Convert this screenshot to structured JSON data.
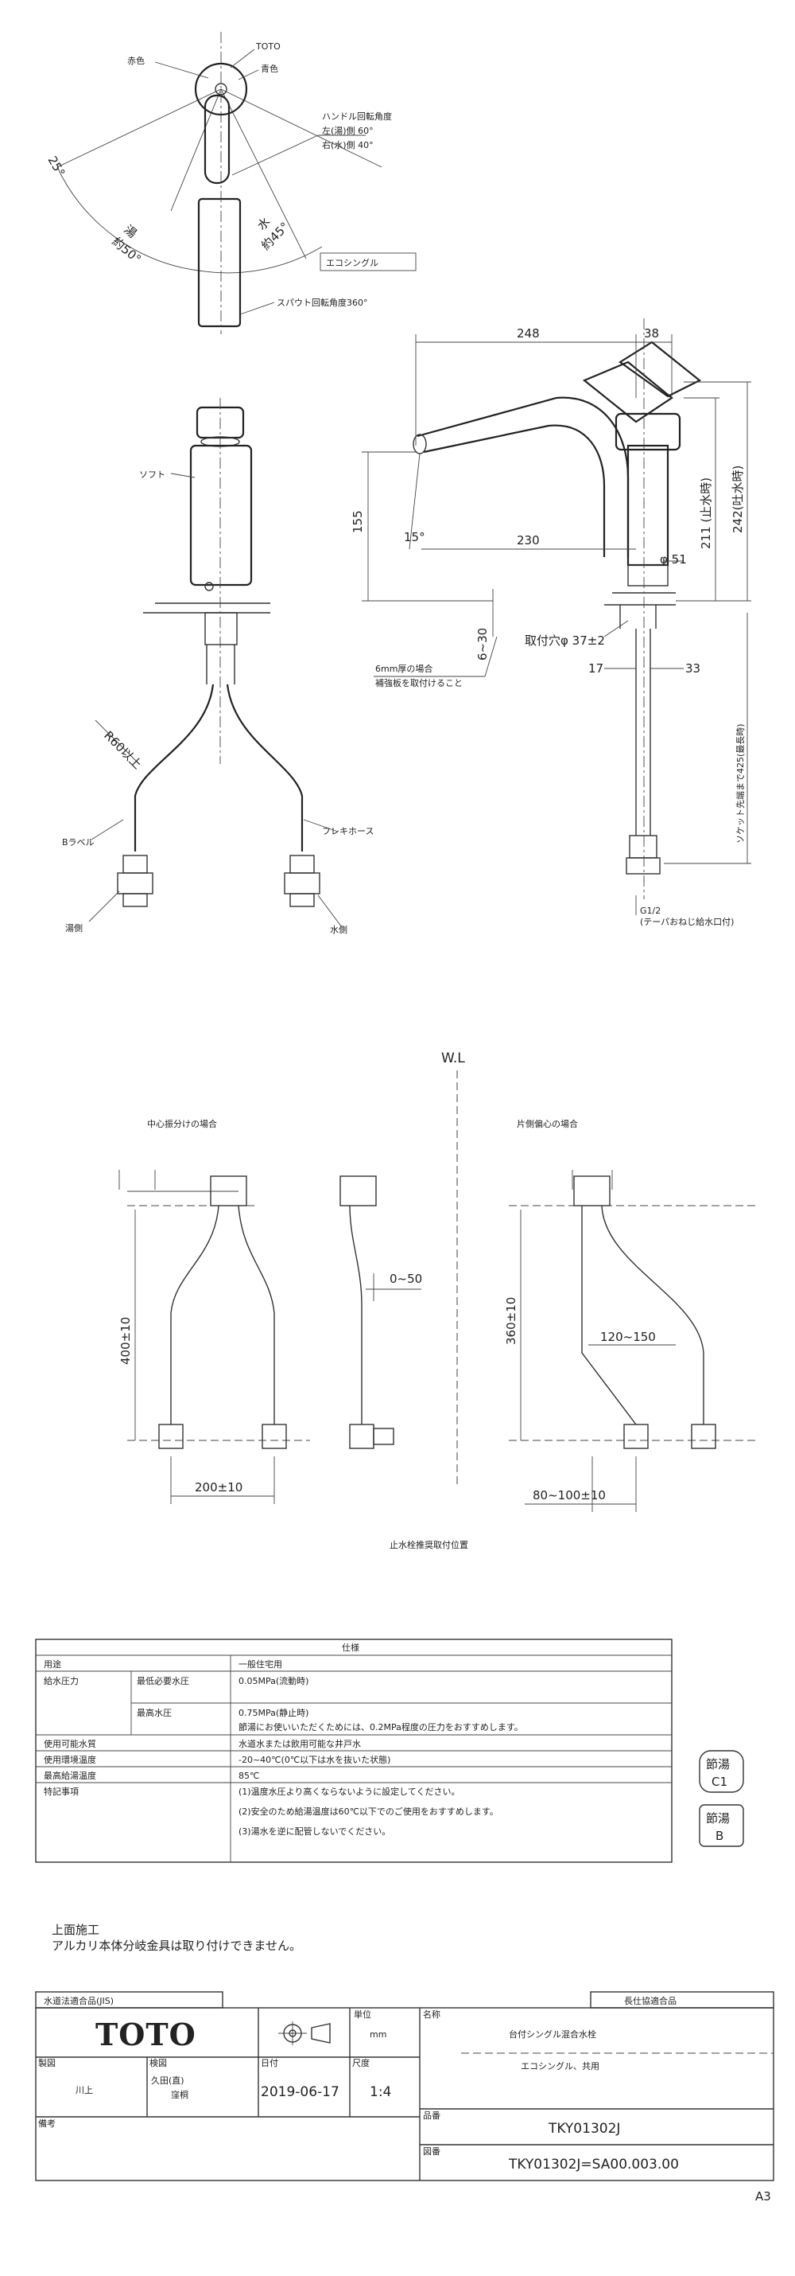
{
  "top_view": {
    "label_red": "赤色",
    "label_brand": "TOTO",
    "label_blue": "青色",
    "handle_angle_title": "ハンドル回転角度",
    "handle_angle_left": "左(湯)側 60°",
    "handle_angle_right": "右(水)側 40°",
    "angle_25": "25°",
    "angle_hot": "湯",
    "angle_50": "約50°",
    "angle_cold": "水",
    "angle_45": "約45°",
    "eco_label": "エコシングル",
    "spout_rotation": "スパウト回転角度360°"
  },
  "front_view": {
    "soft_label": "ソフト",
    "r60_label": "R60以上",
    "hot_pipe_label": "Bラベル",
    "flex_hose_label": "フレキホース",
    "hot_valve_label": "湯側",
    "cold_valve_label": "水側"
  },
  "side_view": {
    "dim_248": "248",
    "dim_38": "38",
    "dim_155": "155",
    "dim_15": "15°",
    "dim_230": "230",
    "dim_51": "φ 51",
    "dim_211": "211 (止水時)",
    "dim_242": "242(吐水時)",
    "dim_6_30": "6~30",
    "mount_hole": "取付穴φ 37±2",
    "dim_17": "17",
    "dim_33": "33",
    "socket_note": "ソケット先端まで425(最長時)",
    "counter_note_1": "6mm厚の場合",
    "counter_note_2": "補強板を取付けること",
    "g12": "G1/2",
    "g12_note": "(テーパおねじ給水口付)"
  },
  "install": {
    "wl_label": "W.L",
    "center_title": "中心振分けの場合",
    "side_title": "片側偏心の場合",
    "dim_400": "400±10",
    "dim_0_50": "0~50",
    "dim_200": "200±10",
    "dim_360": "360±10",
    "dim_120_150": "120~150",
    "dim_80_100": "80~100±10",
    "caption": "止水栓推奨取付位置"
  },
  "spec_table": {
    "title": "仕様",
    "rows": [
      {
        "label": "用途",
        "sub": "",
        "value": "一般住宅用"
      },
      {
        "label": "給水圧力",
        "sub": "最低必要水圧",
        "value": "0.05MPa(流動時)"
      },
      {
        "label": "",
        "sub": "最高水圧",
        "value": "0.75MPa(静止時)"
      },
      {
        "label": "",
        "sub": "",
        "value": "節湯にお使いいただくためには、0.2MPa程度の圧力をおすすめします。"
      },
      {
        "label": "使用可能水質",
        "sub": "",
        "value": "水道水または飲用可能な井戸水"
      },
      {
        "label": "使用環境温度",
        "sub": "",
        "value": "-20~40℃(0℃以下は水を抜いた状態)"
      },
      {
        "label": "最高給湯温度",
        "sub": "",
        "value": "85℃"
      },
      {
        "label": "特記事項",
        "sub": "",
        "value": "(1)温度水圧より高くならないように設定してください。"
      },
      {
        "label": "",
        "sub": "",
        "value": "(2)安全のため給湯温度は60℃以下でのご使用をおすすめします。"
      },
      {
        "label": "",
        "sub": "",
        "value": "(3)湯水を逆に配管しないでください。"
      }
    ]
  },
  "badges": {
    "c1_top": "節湯",
    "c1_bottom": "C1",
    "b_top": "節湯",
    "b_bottom": "B"
  },
  "notes": {
    "line1": "上面施工",
    "line2": "アルカリ本体分岐金具は取り付けできません。"
  },
  "title_block": {
    "jis": "水道法適合品(JIS)",
    "cert": "長仕協適合品",
    "logo": "TOTO",
    "unit_label": "単位",
    "unit": "mm",
    "name_label": "名称",
    "product_name": "台付シングル混合水栓",
    "product_sub": "エコシングル、共用",
    "drawn_label": "製図",
    "drawn": "川上",
    "checked_label": "検図",
    "checked": "久田(直)",
    "approved": "窪桐",
    "date_label": "日付",
    "date": "2019-06-17",
    "scale_label": "尺度",
    "scale": "1:4",
    "model_label": "品番",
    "model": "TKY01302J",
    "note_label": "備考",
    "drawing_label": "図番",
    "drawing_no": "TKY01302J=SA00.003.00",
    "sheet": "A3"
  }
}
